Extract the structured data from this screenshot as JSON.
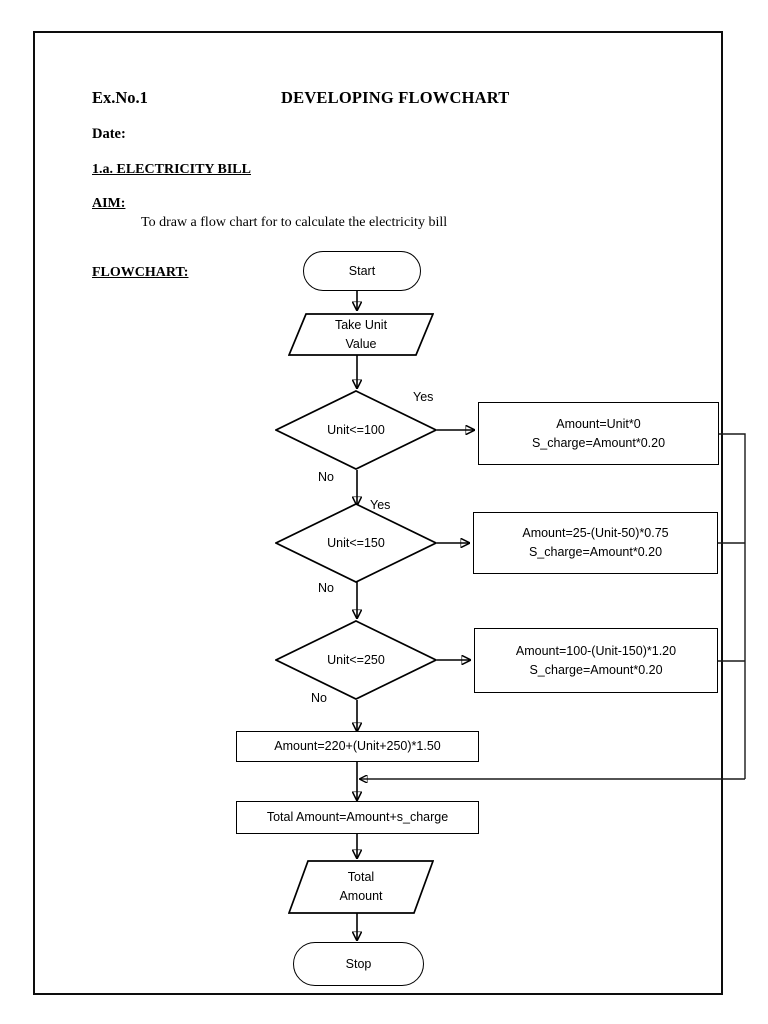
{
  "document": {
    "exercise_no": "Ex.No.1",
    "title": "DEVELOPING FLOWCHART",
    "date_label": "Date:",
    "section": "1.a. ELECTRICITY BILL",
    "aim_label": "AIM:",
    "aim_text": "To draw a flow chart for to calculate the electricity bill",
    "flowchart_label": "FLOWCHART:"
  },
  "flowchart": {
    "start": "Start",
    "input": {
      "line1": "Take Unit",
      "line2": "Value"
    },
    "decisions": [
      {
        "condition": "Unit<=100",
        "yes_label": "Yes",
        "no_label": "No"
      },
      {
        "condition": "Unit<=150",
        "yes_label": "Yes",
        "no_label": "No"
      },
      {
        "condition": "Unit<=250",
        "yes_label": "",
        "no_label": "No"
      }
    ],
    "processes": [
      {
        "line1": "Amount=Unit*0",
        "line2": "S_charge=Amount*0.20"
      },
      {
        "line1": "Amount=25-(Unit-50)*0.75",
        "line2": "S_charge=Amount*0.20"
      },
      {
        "line1": "Amount=100-(Unit-150)*1.20",
        "line2": "S_charge=Amount*0.20"
      }
    ],
    "else_process": "Amount=220+(Unit+250)*1.50",
    "total_process": "Total Amount=Amount+s_charge",
    "output": {
      "line1": "Total",
      "line2": "Amount"
    },
    "stop": "Stop"
  },
  "colors": {
    "ink": "#000000",
    "border": "#0d0d0d",
    "paper": "#ffffff"
  }
}
